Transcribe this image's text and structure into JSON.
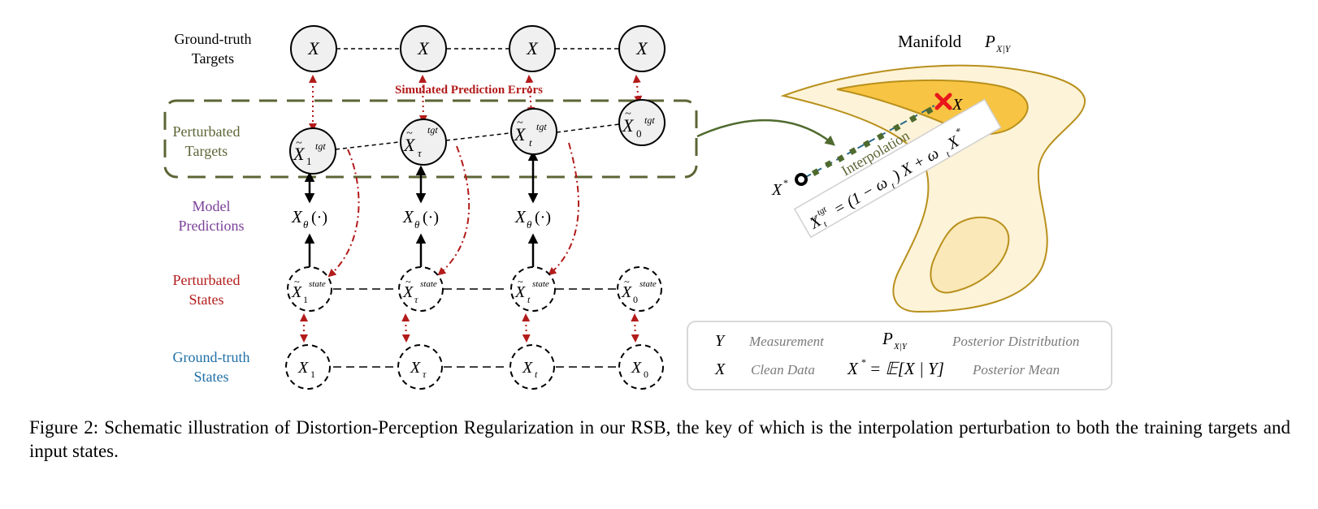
{
  "rows": {
    "gt_targets": {
      "line1": "Ground-truth",
      "line2": "Targets",
      "color": "#000000"
    },
    "pert_targets": {
      "line1": "Perturbated",
      "line2": "Targets",
      "color": "#5b6535"
    },
    "model_pred": {
      "line1": "Model",
      "line2": "Predictions",
      "color": "#7a3f9a"
    },
    "pert_states": {
      "line1": "Perturbated",
      "line2": "States",
      "color": "#b31b1b"
    },
    "gt_states": {
      "line1": "Ground-truth",
      "line2": "States",
      "color": "#1f6fa6"
    }
  },
  "columns": [
    {
      "gt_target": "X",
      "pert_target_sub": "1",
      "pert_state_sub": "1",
      "gt_state_sub": "1"
    },
    {
      "gt_target": "X",
      "pert_target_sub": "τ",
      "pert_state_sub": "τ",
      "gt_state_sub": "τ"
    },
    {
      "gt_target": "X",
      "pert_target_sub": "t",
      "pert_state_sub": "t",
      "gt_state_sub": "t"
    },
    {
      "gt_target": "X",
      "pert_target_sub": "0",
      "pert_state_sub": "0",
      "gt_state_sub": "0"
    }
  ],
  "symbols": {
    "x": "X",
    "tilde": "~",
    "tgt": "tgt",
    "state": "state",
    "theta": "θ",
    "model_args": "(·)"
  },
  "annotation": {
    "simulated_errors": "Simulated Prediction Errors",
    "color": "#b31b1b"
  },
  "manifold": {
    "title": "Manifold",
    "p_symbol": "P",
    "p_sub": "X|Y",
    "x_label": "X",
    "xstar_label": "X",
    "xstar_sup": "*",
    "interpolation_label": "Interpolation",
    "formula": {
      "lhs_sub": "t",
      "lhs_sup": "tgt",
      "eq": "= (1 − ω",
      "omega_sub": "t",
      "mid": ") X + ω",
      "omega2_sub": "t",
      "end": "X",
      "end_sup": "*"
    },
    "colors": {
      "outer": "#fdf3d8",
      "inner": "#f8c443",
      "edge": "#b8901c",
      "path": "#4f6a2e",
      "marker": "#e8171b"
    }
  },
  "legend": {
    "row1": {
      "sym": "Y",
      "desc": "Measurement",
      "sym2": "P",
      "sym2_sub": "X|Y",
      "desc2": "Posterior Distritbution"
    },
    "row2": {
      "sym": "X",
      "desc": "Clean Data",
      "sym2": "X",
      "sym2_sup": "*",
      "sym2_rest": "= 𝔼[X | Y]",
      "desc2": "Posterior Mean"
    }
  },
  "caption": "Figure 2: Schematic illustration of Distortion-Perception Regularization in our RSB, the key of which is the interpolation perturbation to both the training targets and input states."
}
